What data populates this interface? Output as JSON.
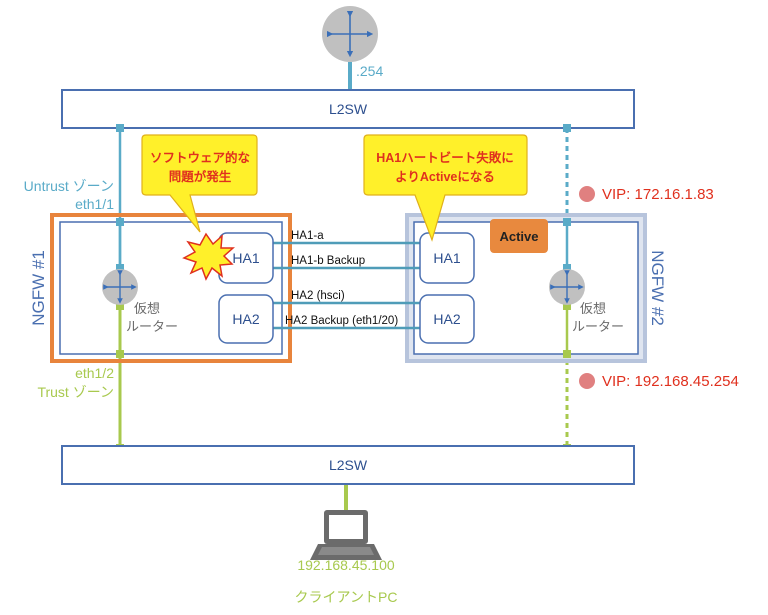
{
  "router_top": {
    "ip_suffix": ".254"
  },
  "l2sw_top": {
    "label": "L2SW"
  },
  "l2sw_bottom": {
    "label": "L2SW"
  },
  "ngfw1": {
    "title": "NGFW #1",
    "vrouter_label_line1": "仮想",
    "vrouter_label_line2": "ルーター",
    "ha1_label": "HA1",
    "ha2_label": "HA2",
    "untrust_line1": "Untrust ゾーン",
    "untrust_line2": "eth1/1",
    "trust_line1": "eth1/2",
    "trust_line2": "Trust ゾーン"
  },
  "ngfw2": {
    "title": "NGFW #2",
    "vrouter_label_line1": "仮想",
    "vrouter_label_line2": "ルーター",
    "ha1_label": "HA1",
    "ha2_label": "HA2",
    "active_badge": "Active"
  },
  "links": {
    "ha1a": "HA1-a",
    "ha1b": "HA1-b Backup",
    "ha2": "HA2 (hsci)",
    "ha2b": "HA2 Backup (eth1/20)"
  },
  "callouts": {
    "software_line1": "ソフトウェア的な",
    "software_line2": "問題が発生",
    "ha1fail_line1": "HA1ハートビート失敗に",
    "ha1fail_line2": "よりActiveになる"
  },
  "vips": {
    "untrust": "VIP: 172.16.1.83",
    "trust": "VIP: 192.168.45.254"
  },
  "client": {
    "ip": "192.168.45.100",
    "label": "クライアントPC"
  },
  "colors": {
    "box_stroke": "#4a6fb0",
    "untrust_line": "#5aabc8",
    "trust_line": "#a8c94e",
    "ha_link": "#4f9cb8",
    "ngfw1_frame": "#e8843c",
    "ngfw2_frame": "#b7c4dc",
    "callout_fill": "#fff02a",
    "callout_stroke": "#e0b01a",
    "callout_text": "#e0301e",
    "vip_text": "#e0301e",
    "vip_dot": "#e08080",
    "active_fill": "#e8893e",
    "router_fill": "#c0c0c0",
    "router_arrow": "#3a6fb8"
  }
}
